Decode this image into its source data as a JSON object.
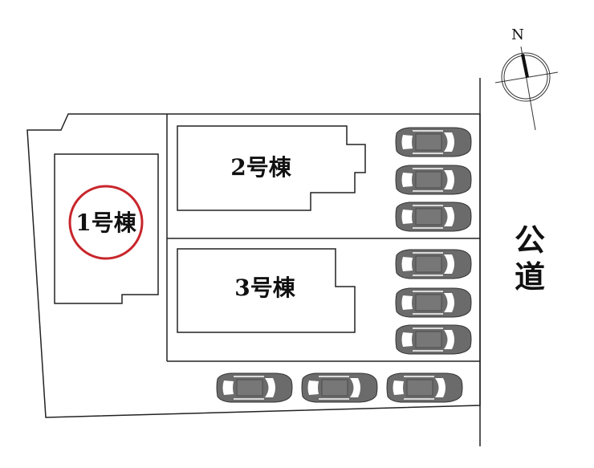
{
  "compass": {
    "north_label": "N"
  },
  "buildings": [
    {
      "label": "1号棟",
      "highlighted": true
    },
    {
      "label": "2号棟",
      "highlighted": false
    },
    {
      "label": "3号棟",
      "highlighted": false
    }
  ],
  "road": {
    "label_line1": "公",
    "label_line2": "道"
  },
  "colors": {
    "highlight": "#c8262c",
    "car": "#6b6b6b",
    "line": "#222222"
  },
  "parking": {
    "car_count": 9
  }
}
